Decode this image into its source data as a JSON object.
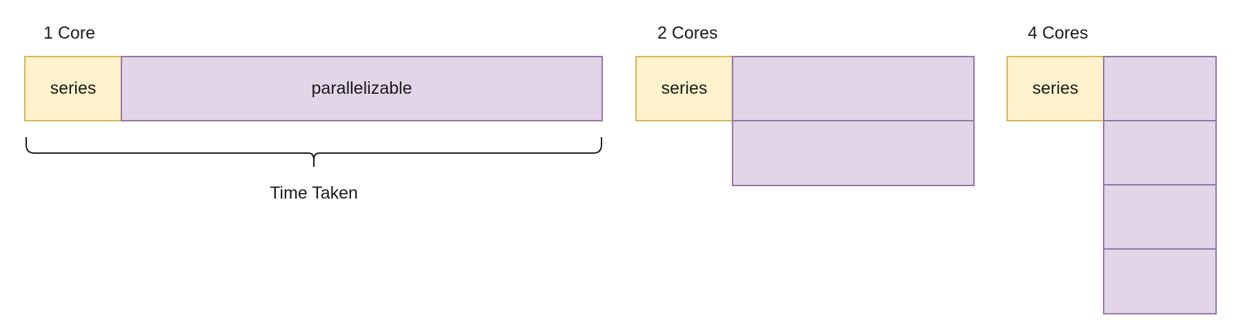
{
  "panels": [
    {
      "title": "1 Core",
      "series_label": "series",
      "parallel_label": "parallelizable",
      "brace_caption": "Time Taken"
    },
    {
      "title": "2 Cores",
      "series_label": "series"
    },
    {
      "title": "4 Cores",
      "series_label": "series"
    }
  ],
  "colors": {
    "series_fill": "#fff2cc",
    "series_stroke": "#d6b656",
    "parallel_fill": "#e1d5e7",
    "parallel_stroke": "#9673a6"
  }
}
